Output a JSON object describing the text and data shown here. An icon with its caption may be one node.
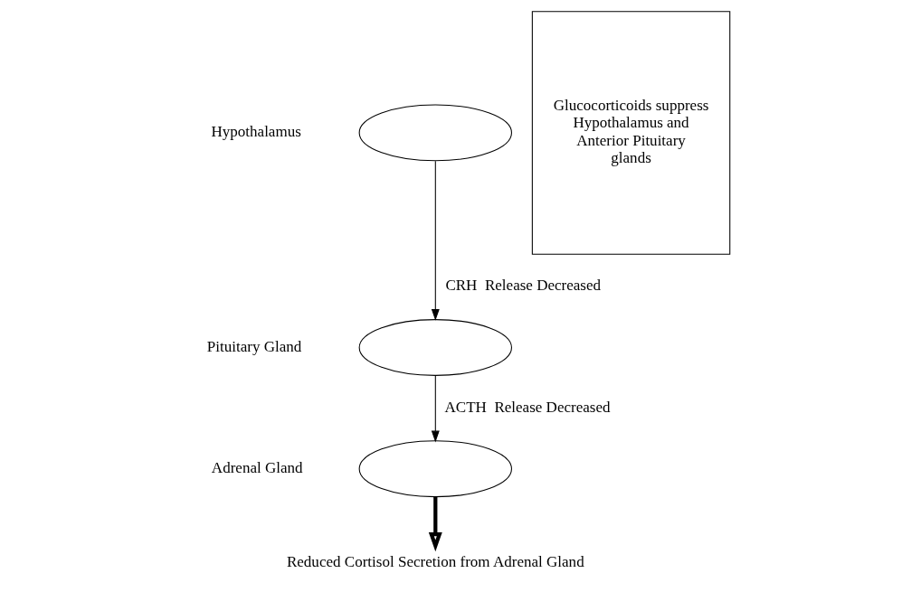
{
  "diagram": {
    "nodes": [
      {
        "text": [],
        "shape": "ellipse",
        "beside": [
          "Hypothalamus"
        ]
      },
      {
        "text": [],
        "shape": "ellipse",
        "beside": [
          "Pituitary Gland"
        ]
      },
      {
        "text": [],
        "shape": "ellipse",
        "beside": [
          "Adrenal Gland"
        ]
      },
      {
        "text": [
          "Reduced Cortisol Secretion from Adrenal Gland"
        ]
      },
      {
        "text": [
          "Glucocorticoids suppress Hypothalamus and Anterior Pituitary glands"
        ]
      }
    ],
    "edges": [
      {
        "from": 0,
        "to": 1,
        "arrow": "to",
        "label": "CRH  Release Decreased"
      },
      {
        "from": 1,
        "to": 2,
        "arrow": "to",
        "label": "ACTH  Release Decreased"
      },
      {
        "from": 2,
        "to": 3,
        "arrow": "to",
        "style": "thick"
      }
    ]
  }
}
